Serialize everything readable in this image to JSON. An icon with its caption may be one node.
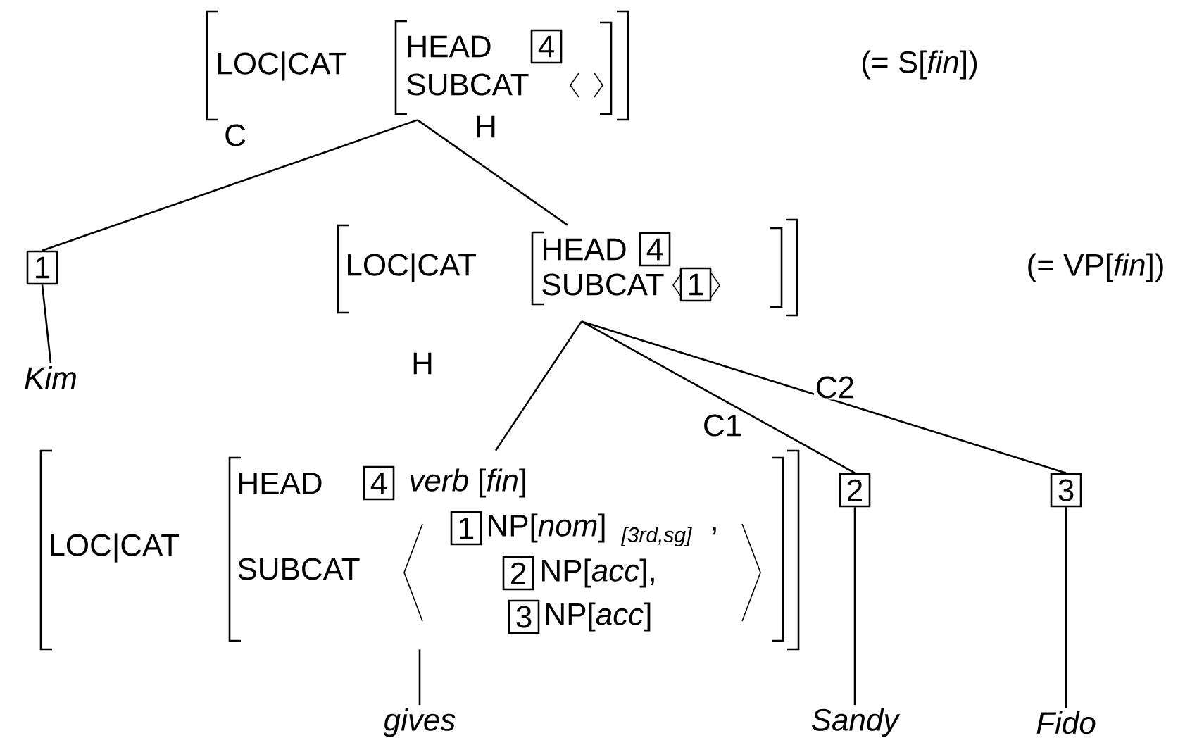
{
  "diagram": {
    "nodes": [
      {
        "text": [
          "LOC|CAT",
          "HEAD",
          "4",
          "SUBCAT"
        ]
      },
      {
        "text": [
          "1"
        ]
      },
      {
        "text": [
          "LOC|CAT",
          "HEAD",
          "4",
          "SUBCAT",
          "1"
        ]
      },
      {
        "text": [
          "Kim"
        ]
      },
      {
        "text": [
          "LOC|CAT",
          "HEAD",
          "4",
          "*verb* [*fin*]",
          "SUBCAT",
          "1",
          "NP[*nom*]",
          "[3rd,sg]",
          ",",
          "2",
          "NP[*acc*],",
          "3",
          "NP[*acc*]"
        ]
      },
      {
        "text": [
          "2"
        ]
      },
      {
        "text": [
          "3"
        ]
      },
      {
        "text": [
          "gives"
        ]
      },
      {
        "text": [
          "Sandy"
        ]
      },
      {
        "text": [
          "Fido"
        ]
      }
    ],
    "edges": [
      {
        "from": 0,
        "to": 1,
        "arrow": "none",
        "label": "C"
      },
      {
        "from": 0,
        "to": 2,
        "arrow": "none",
        "label": "H"
      },
      {
        "from": 1,
        "to": 3,
        "arrow": "none"
      },
      {
        "from": 2,
        "to": 4,
        "arrow": "none",
        "label": "H"
      },
      {
        "from": 2,
        "to": 5,
        "arrow": "none",
        "label": "C1"
      },
      {
        "from": 2,
        "to": 6,
        "arrow": "none",
        "label": "C2"
      },
      {
        "from": 4,
        "to": 7,
        "arrow": "none"
      },
      {
        "from": 5,
        "to": 8,
        "arrow": "none"
      },
      {
        "from": 6,
        "to": 9,
        "arrow": "none"
      }
    ],
    "labels": [
      "(= S[*fin*])",
      "(= VP[*fin*])"
    ]
  }
}
